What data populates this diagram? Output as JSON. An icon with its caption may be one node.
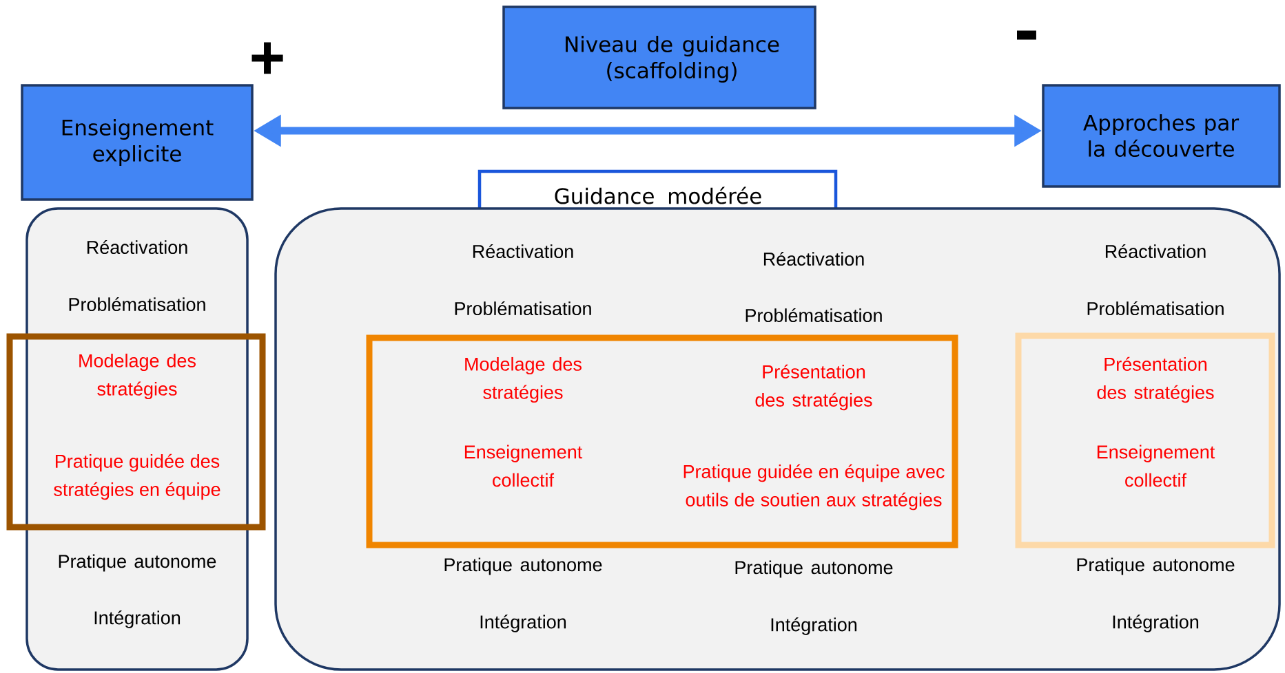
{
  "diagram": {
    "nodes": [
      {
        "text": [
          "Niveau de guidance (scaffolding)"
        ]
      },
      {
        "text": [
          "Enseignement explicite"
        ]
      },
      {
        "text": [
          "Approches par la découverte"
        ]
      },
      {
        "text": [
          "Réactivation",
          "Problématisation",
          "Pratique autonome",
          "Intégration"
        ]
      },
      {
        "text": [
          "Modelage des stratégies",
          "Pratique guidée des stratégies en équipe"
        ],
        "in": 3
      },
      {
        "text": [
          "Guidance  modérée"
        ]
      },
      {
        "text": [
          "Réactivation",
          "Réactivation",
          "Réactivation",
          "Problématisation",
          "Problématisation",
          "Problématisation",
          "Pratique autonome",
          "Pratique autonome",
          "Pratique autonome",
          "Intégration",
          "Intégration",
          "Intégration"
        ]
      },
      {
        "text": [
          "Modelage des stratégies",
          "Présentation des stratégies",
          "Enseignement collectif",
          "Pratique guidée en équipe avec outils de soutien aux stratégies"
        ],
        "in": 6
      },
      {
        "text": [
          "Présentation des stratégies",
          "Enseignement collectif"
        ],
        "in": 6
      }
    ],
    "edges": [
      {
        "from": 1,
        "to": 2,
        "arrow": "both"
      }
    ],
    "labels": [
      "+",
      "-"
    ]
  }
}
